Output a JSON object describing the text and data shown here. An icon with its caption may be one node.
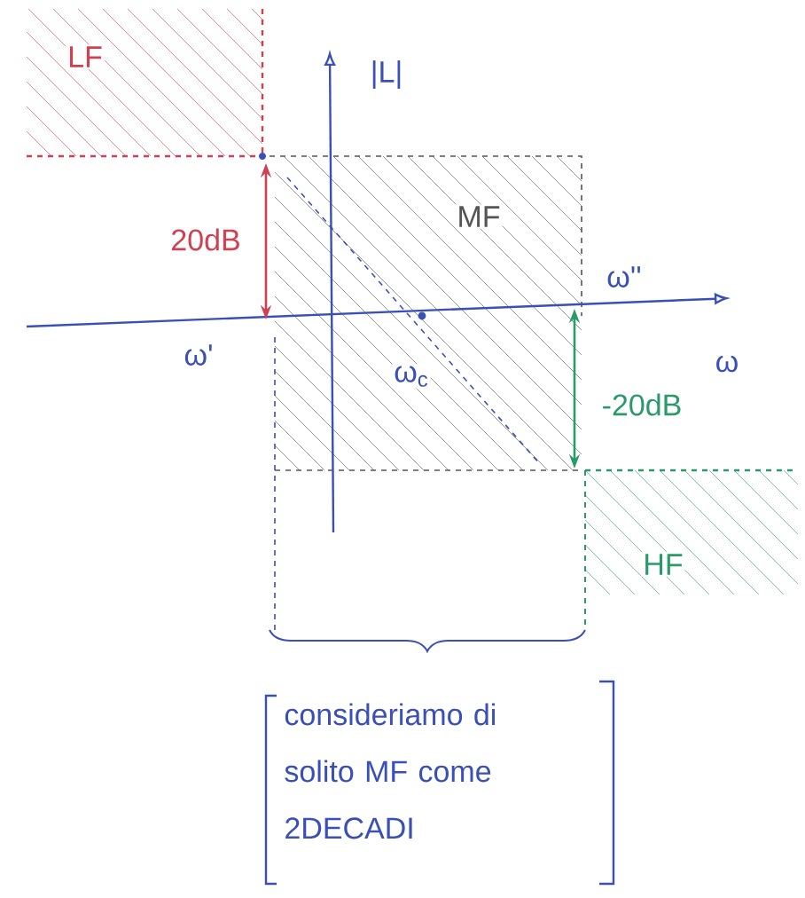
{
  "diagram": {
    "nodes": [
      {
        "text": [
          "consideriamo di solito MF come 2DECADI"
        ]
      }
    ],
    "labels": [
      "LF",
      "|L|",
      "MF",
      "ω''",
      "20dB",
      "ω",
      "ω'",
      "ω$_{c}$",
      "-20dB",
      "HF"
    ]
  }
}
